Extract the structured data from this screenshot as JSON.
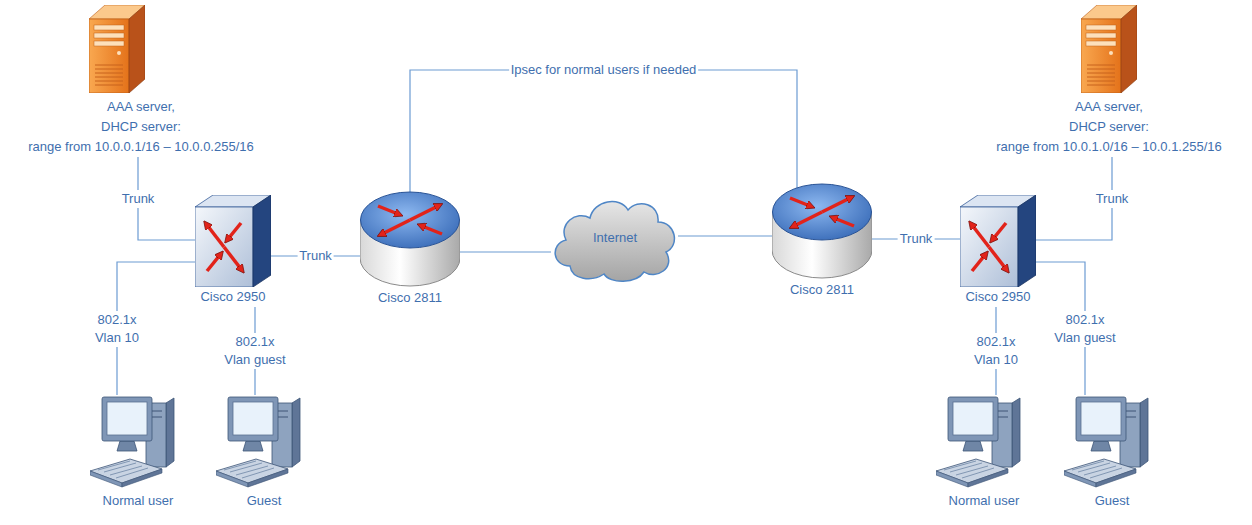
{
  "diagram": {
    "nodes": [
      {
        "text": [
          "AAA server, DHCP server:",
          "range from 10.0.0.1/16 – 10.0.0.255/16"
        ]
      },
      {
        "text": [
          "Cisco 2950"
        ]
      },
      {
        "text": [
          "Cisco 2811"
        ]
      },
      {
        "text": [
          "Internet"
        ]
      },
      {
        "text": [
          "Cisco 2811"
        ]
      },
      {
        "text": [
          "Cisco 2950"
        ]
      },
      {
        "text": [
          "AAA server, DHCP server:",
          "range from 10.0.1.0/16 – 10.0.1.255/16"
        ]
      },
      {
        "text": [
          "Normal user"
        ]
      },
      {
        "text": [
          "Guest"
        ]
      },
      {
        "text": [
          "Normal user"
        ]
      },
      {
        "text": [
          "Guest"
        ]
      }
    ],
    "edges": [
      {
        "from": 0,
        "to": 1,
        "label": "Trunk",
        "arrow": "none"
      },
      {
        "from": 1,
        "to": 2,
        "label": "Trunk",
        "arrow": "none"
      },
      {
        "from": 2,
        "to": 4,
        "label": "Ipsec for normal users if needed",
        "arrow": "none"
      },
      {
        "from": 2,
        "to": 3,
        "arrow": "none"
      },
      {
        "from": 3,
        "to": 4,
        "arrow": "none"
      },
      {
        "from": 4,
        "to": 5,
        "label": "Trunk",
        "arrow": "none"
      },
      {
        "from": 5,
        "to": 6,
        "label": "Trunk",
        "arrow": "none"
      },
      {
        "from": 1,
        "to": 7,
        "label": "802.1x Vlan 10",
        "arrow": "none"
      },
      {
        "from": 1,
        "to": 8,
        "label": "802.1x Vlan guest",
        "arrow": "none"
      },
      {
        "from": 5,
        "to": 9,
        "label": "802.1x Vlan 10",
        "arrow": "none"
      },
      {
        "from": 5,
        "to": 10,
        "label": "802.1x Vlan guest",
        "arrow": "none"
      }
    ]
  }
}
